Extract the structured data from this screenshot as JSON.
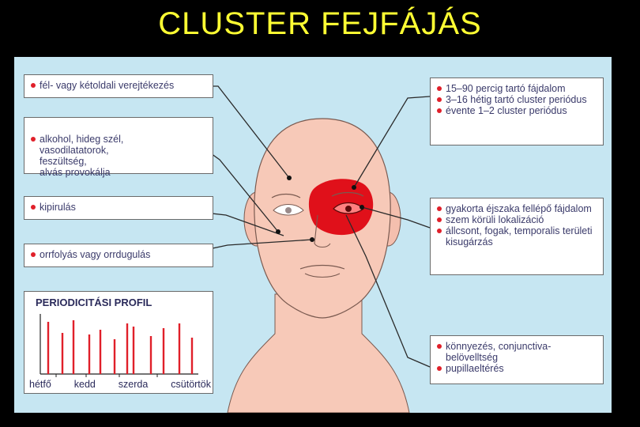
{
  "title": "CLUSTER FEJFÁJÁS",
  "left_boxes": [
    [
      "fél- vagy kétoldali verejtékezés"
    ],
    [
      "alkohol, hideg szél,\nvasodilatatorok,\nfeszültség,\nalvás provokálja"
    ],
    [
      "kipirulás"
    ],
    [
      "orrfolyás vagy orrdugulás"
    ]
  ],
  "right_boxes": [
    [
      "15–90 percig tartó fájdalom",
      "3–16 hétig tartó cluster periódus",
      "évente 1–2 cluster periódus"
    ],
    [
      "gyakorta éjszaka fellépő fájdalom",
      "szem körüli lokalizáció",
      "állcsont, fogak, temporalis területi kisugárzás"
    ],
    [
      "könnyezés, conjunctiva-belövelltség",
      "pupillaeltérés"
    ]
  ],
  "profile": {
    "title": "PERIODICITÁSI PROFIL",
    "days": [
      "hétfő",
      "kedd",
      "szerda",
      "csütörtök"
    ]
  },
  "colors": {
    "title": "#ffff33",
    "panel": "#c6e6f2",
    "skin": "#f7c9b8",
    "pain": "#e0101a",
    "bullet": "#e0202a"
  }
}
